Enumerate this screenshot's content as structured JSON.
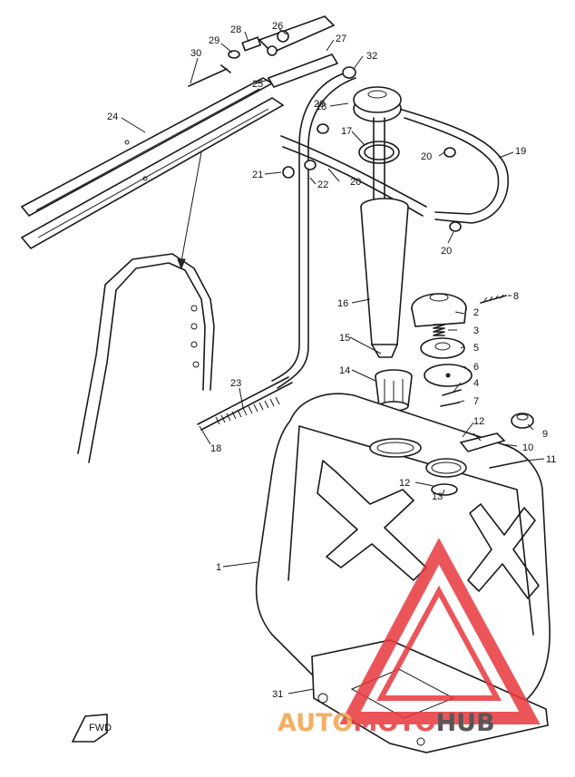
{
  "callouts": [
    {
      "id": "c24",
      "text": "24"
    },
    {
      "id": "c30",
      "text": "30"
    },
    {
      "id": "c29",
      "text": "29"
    },
    {
      "id": "c28",
      "text": "28"
    },
    {
      "id": "c26",
      "text": "26"
    },
    {
      "id": "c27",
      "text": "27"
    },
    {
      "id": "c25",
      "text": "25"
    },
    {
      "id": "c32",
      "text": "32"
    },
    {
      "id": "c18",
      "text": "18"
    },
    {
      "id": "c20a",
      "text": "20"
    },
    {
      "id": "c17",
      "text": "17"
    },
    {
      "id": "c19",
      "text": "19"
    },
    {
      "id": "c20b",
      "text": "20"
    },
    {
      "id": "c21",
      "text": "21"
    },
    {
      "id": "c22",
      "text": "22"
    },
    {
      "id": "c20c",
      "text": "20"
    },
    {
      "id": "c20d",
      "text": "20"
    },
    {
      "id": "c16",
      "text": "16"
    },
    {
      "id": "c8",
      "text": "8"
    },
    {
      "id": "c2",
      "text": "2"
    },
    {
      "id": "c3",
      "text": "3"
    },
    {
      "id": "c15",
      "text": "15"
    },
    {
      "id": "c5",
      "text": "5"
    },
    {
      "id": "c6",
      "text": "6"
    },
    {
      "id": "c14",
      "text": "14"
    },
    {
      "id": "c4",
      "text": "4"
    },
    {
      "id": "c23",
      "text": "23"
    },
    {
      "id": "c7",
      "text": "7"
    },
    {
      "id": "c12a",
      "text": "12"
    },
    {
      "id": "c9",
      "text": "9"
    },
    {
      "id": "c18b",
      "text": "18"
    },
    {
      "id": "c10",
      "text": "10"
    },
    {
      "id": "c11",
      "text": "11"
    },
    {
      "id": "c12b",
      "text": "12"
    },
    {
      "id": "c13",
      "text": "13"
    },
    {
      "id": "c1",
      "text": "1"
    },
    {
      "id": "c31",
      "text": "31"
    }
  ],
  "front_marker": "FWD",
  "watermark": {
    "part1": "AUTO",
    "part2": "MOTO",
    "part3": "HUB",
    "color_primary": "#f3a24a",
    "color_accent": "#e8383d",
    "color_dark": "#3a3a3a"
  }
}
